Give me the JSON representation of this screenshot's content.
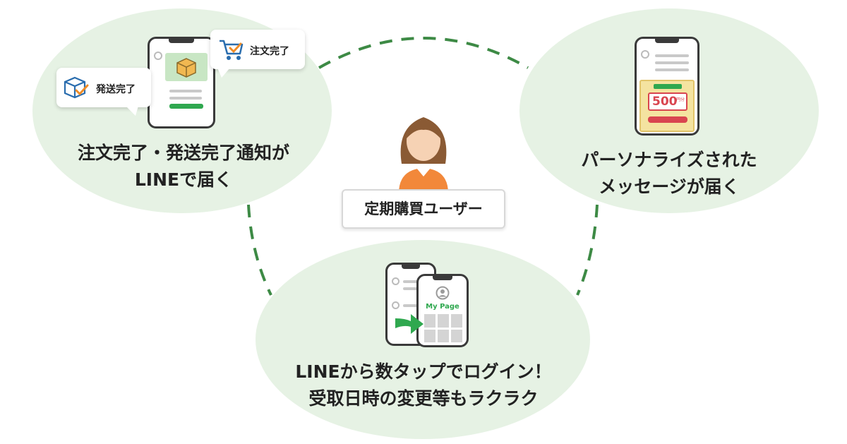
{
  "captions": {
    "top_left": [
      "注文完了・発送完了通知が",
      "LINEで届く"
    ],
    "top_right": [
      "パーソナライズされた",
      "メッセージが届く"
    ],
    "bottom": [
      "LINEから数タップでログイン！",
      "受取日時の変更等もラクラク"
    ]
  },
  "bubbles": {
    "order": "注文完了",
    "ship": "発送完了"
  },
  "user_label": "定期購買ユーザー",
  "coupon_value": "500",
  "coupon_unit": "円分",
  "mypage_label": "My Page",
  "colors": {
    "ellipse_bg": "#e6f2e4",
    "dash_green": "#3d8a45",
    "accent_green": "#2fa84f",
    "coupon_yellow": "#f4e3a0",
    "coupon_red": "#d9454f",
    "avatar_orange": "#f2883a",
    "hair_brown": "#8a5a34",
    "skin": "#f6d2b4"
  },
  "icons": [
    "cart-check-icon",
    "box-check-icon",
    "package-icon",
    "user-avatar-icon",
    "arrow-right-icon",
    "profile-icon"
  ]
}
